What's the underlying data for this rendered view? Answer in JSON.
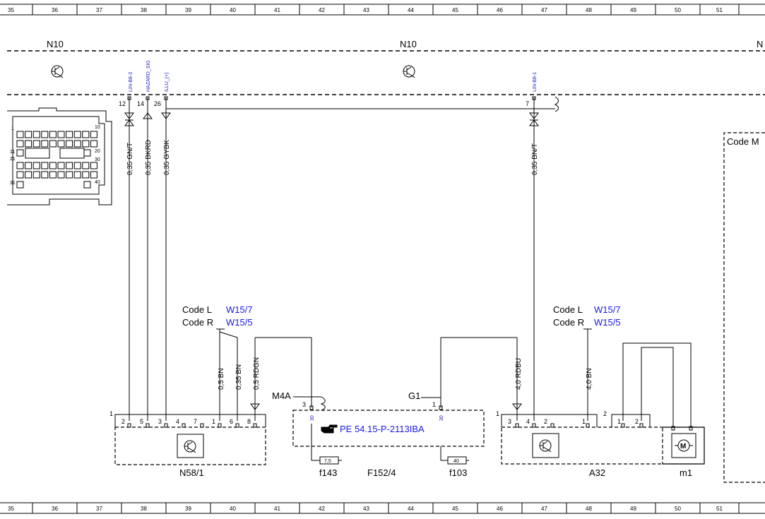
{
  "grid": [
    "35",
    "36",
    "37",
    "38",
    "39",
    "40",
    "41",
    "42",
    "43",
    "44",
    "45",
    "46",
    "47",
    "48",
    "49",
    "50",
    "51"
  ],
  "units": {
    "n10_left": "N10",
    "n10_center": "N10",
    "n10_right": "N",
    "n58": "N58/1",
    "f152": "F152/4",
    "a32": "A32",
    "m1": "m1",
    "code_box": "Code M"
  },
  "signals": {
    "lin_b8_3": "LIN-B8-3",
    "hazard_sig": "HAZARD_SIG",
    "illu": "ILLU_(+)",
    "lin_b8_1": "LIN-B8-1"
  },
  "n10_pins": {
    "p12": "12",
    "p14": "14",
    "p26": "26",
    "p7": "7"
  },
  "connector": {
    "p1": "1",
    "p10": "10",
    "p11": "11",
    "p20": "20",
    "p21": "21",
    "p30": "30",
    "p31": "31",
    "p40": "40"
  },
  "wires": {
    "w1": "0,35 GN/T",
    "w2": "0,35 BKRD",
    "w3": "0,35 GYBK",
    "w4": "0,35 BN/T",
    "w5": "0,5 BN",
    "w6": "0,35 BN",
    "w7": "0,5 RDGN",
    "w8": "4,0 RDBU",
    "w9": "4,0 BN"
  },
  "codes": {
    "left_l_label": "Code L",
    "left_l_value": "W15/7",
    "left_r_label": "Code R",
    "left_r_value": "W15/5",
    "right_l_label": "Code L",
    "right_l_value": "W15/7",
    "right_r_label": "Code R",
    "right_r_value": "W15/5"
  },
  "n58_pins": {
    "conn": "1",
    "p2": "2",
    "p5": "5",
    "p3": "3",
    "p4": "4",
    "p7": "7",
    "p1": "1",
    "p6": "6",
    "p8": "8"
  },
  "f152": {
    "m4a": "M4A",
    "g1": "G1",
    "pin3": "3",
    "pin1": "1",
    "t30a": "30",
    "t30b": "30",
    "ref": "PE 54.15-P-2113IBA",
    "fuse1_rating": "7,5",
    "fuse1_name": "f143",
    "fuse2_rating": "40",
    "fuse2_name": "f103"
  },
  "a32_pins": {
    "conn1": "1",
    "conn2": "2",
    "p3": "3",
    "p4": "4",
    "p2": "2",
    "p1": "1",
    "q1": "1",
    "q2": "2"
  },
  "icons": [
    "transistor-icon",
    "motor-icon",
    "hand-pointer-icon"
  ]
}
